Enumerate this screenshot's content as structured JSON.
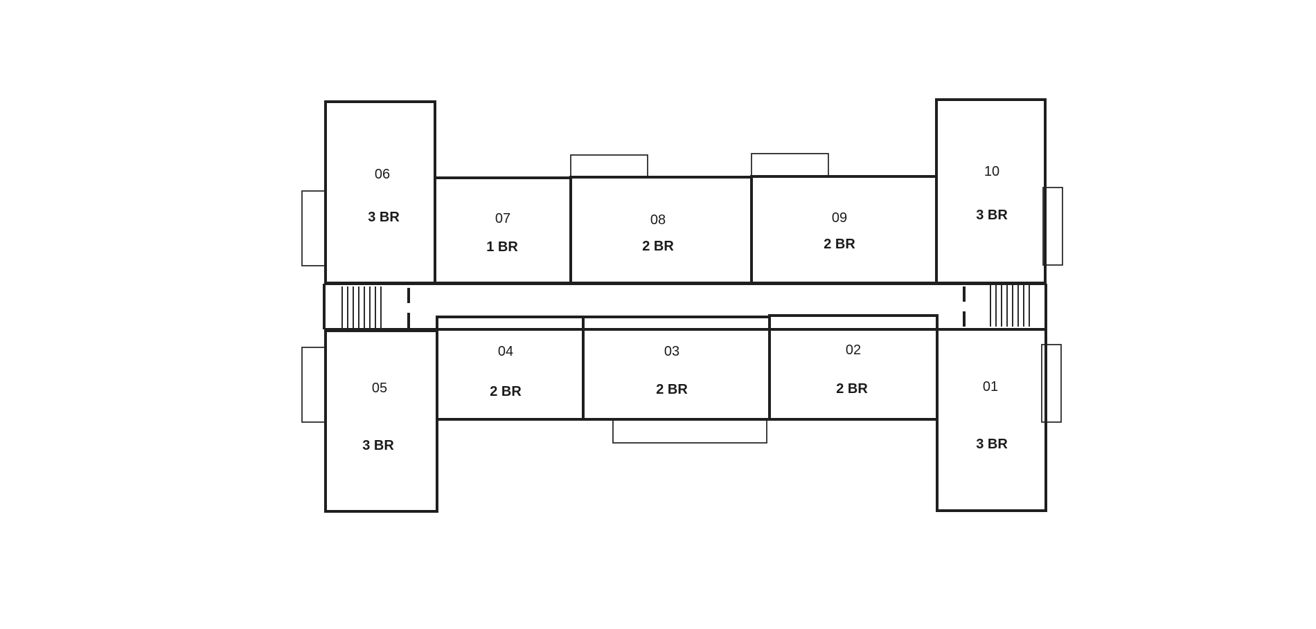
{
  "units": [
    {
      "id": "unit-06",
      "number": "06",
      "type": "3 BR"
    },
    {
      "id": "unit-07",
      "number": "07",
      "type": "1 BR"
    },
    {
      "id": "unit-08",
      "number": "08",
      "type": "2 BR"
    },
    {
      "id": "unit-09",
      "number": "09",
      "type": "2 BR"
    },
    {
      "id": "unit-10",
      "number": "10",
      "type": "3 BR"
    },
    {
      "id": "unit-05",
      "number": "05",
      "type": "3 BR"
    },
    {
      "id": "unit-04",
      "number": "04",
      "type": "2 BR"
    },
    {
      "id": "unit-03",
      "number": "03",
      "type": "2 BR"
    },
    {
      "id": "unit-02",
      "number": "02",
      "type": "2 BR"
    },
    {
      "id": "unit-01",
      "number": "01",
      "type": "3 BR"
    }
  ]
}
